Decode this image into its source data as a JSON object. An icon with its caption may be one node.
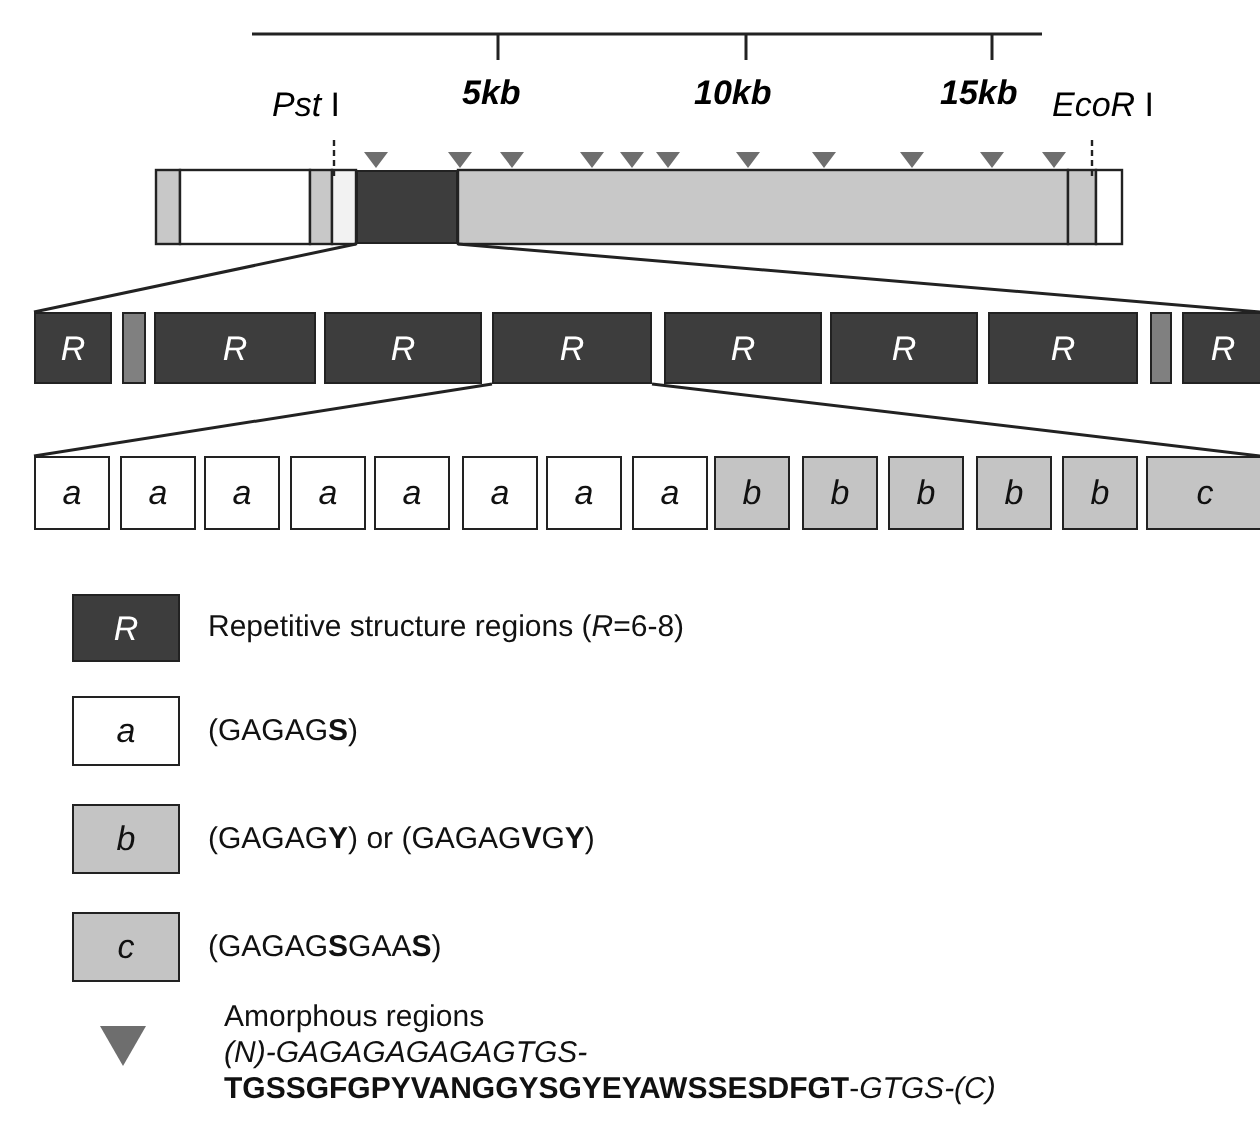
{
  "diagram": {
    "nodes": [
      {
        "text": [
          "R"
        ]
      },
      {
        "text": [],
        "shape": "box"
      },
      {
        "text": [
          "R"
        ]
      },
      {
        "text": [
          "R"
        ]
      },
      {
        "text": [
          "R"
        ]
      },
      {
        "text": [
          "R"
        ]
      },
      {
        "text": [
          "R"
        ]
      },
      {
        "text": [
          "R"
        ]
      },
      {
        "text": [],
        "shape": "box"
      },
      {
        "text": [
          "R"
        ]
      },
      {
        "text": [
          "a"
        ]
      },
      {
        "text": [
          "a"
        ]
      },
      {
        "text": [
          "a"
        ]
      },
      {
        "text": [
          "a"
        ]
      },
      {
        "text": [
          "a"
        ]
      },
      {
        "text": [
          "a"
        ]
      },
      {
        "text": [
          "a"
        ]
      },
      {
        "text": [
          "a"
        ]
      },
      {
        "text": [
          "b"
        ]
      },
      {
        "text": [
          "b"
        ]
      },
      {
        "text": [
          "b"
        ]
      },
      {
        "text": [
          "b"
        ]
      },
      {
        "text": [
          "b"
        ]
      },
      {
        "text": [
          "c"
        ]
      },
      {
        "text": [
          "R"
        ],
        "beside": [
          "Repetitive structure regions (*R*=6-8)"
        ]
      },
      {
        "text": [
          "a"
        ],
        "beside": [
          "(GAGAG**S**)"
        ]
      },
      {
        "text": [
          "b"
        ],
        "beside": [
          "(GAGAG**Y**) or (GAGAG**V**G**Y**)"
        ]
      },
      {
        "text": [
          "c"
        ],
        "beside": [
          "(GAGAG**S**GAA**S**)"
        ]
      },
      {
        "text": [],
        "shape": "triangle",
        "beside": [
          "Amorphous regions",
          "*(N)-GAGAGAGAGAGTGS-*",
          "**TGSSGFGPYVANGGYSGYEYAWSSESDFGT**-*GTGS-(C)*"
        ]
      },
      {
        "text": [],
        "shape": "box"
      }
    ],
    "edges": [
      {
        "from": 29,
        "to": 0,
        "arrow": "none"
      },
      {
        "from": 29,
        "to": 9,
        "arrow": "none"
      },
      {
        "from": 4,
        "to": 10,
        "arrow": "none"
      },
      {
        "from": 4,
        "to": 23,
        "arrow": "none"
      }
    ],
    "labels": [
      "5kb",
      "10kb",
      "15kb",
      "*Pst* I",
      "*EcoR* I"
    ]
  }
}
